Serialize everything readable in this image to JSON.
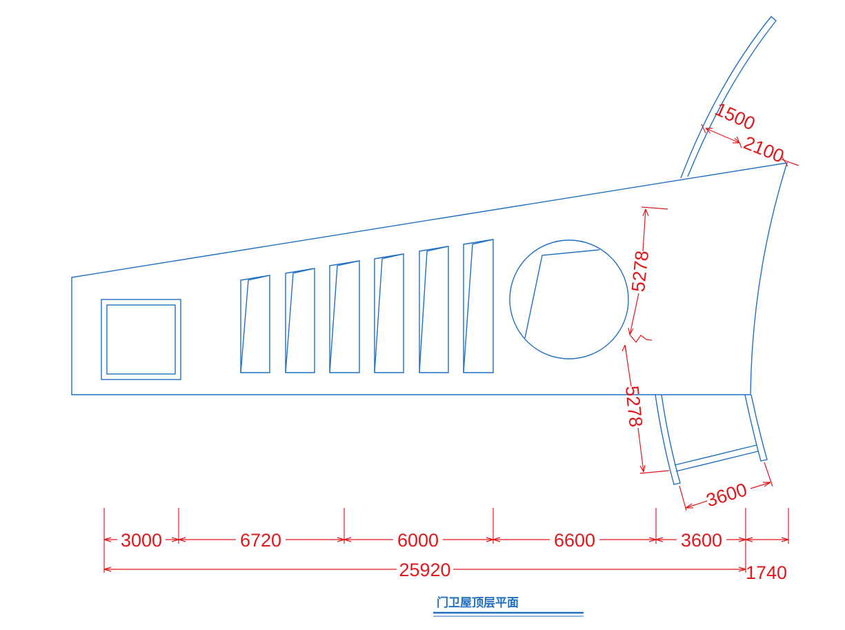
{
  "drawing": {
    "title": "门卫屋顶层平面",
    "colors": {
      "outline": "#1f6fc2",
      "dimension": "#e0181b",
      "background": "#ffffff"
    },
    "dimensions": {
      "horizontal_segments": [
        "3000",
        "6720",
        "6000",
        "6600",
        "3600"
      ],
      "overall_length": "25920",
      "end_offset": "1740",
      "right_height_upper": "5278",
      "right_height_lower": "5278",
      "canopy_width": "3600",
      "top_arc_a": "1500",
      "top_arc_b": "2100"
    }
  }
}
